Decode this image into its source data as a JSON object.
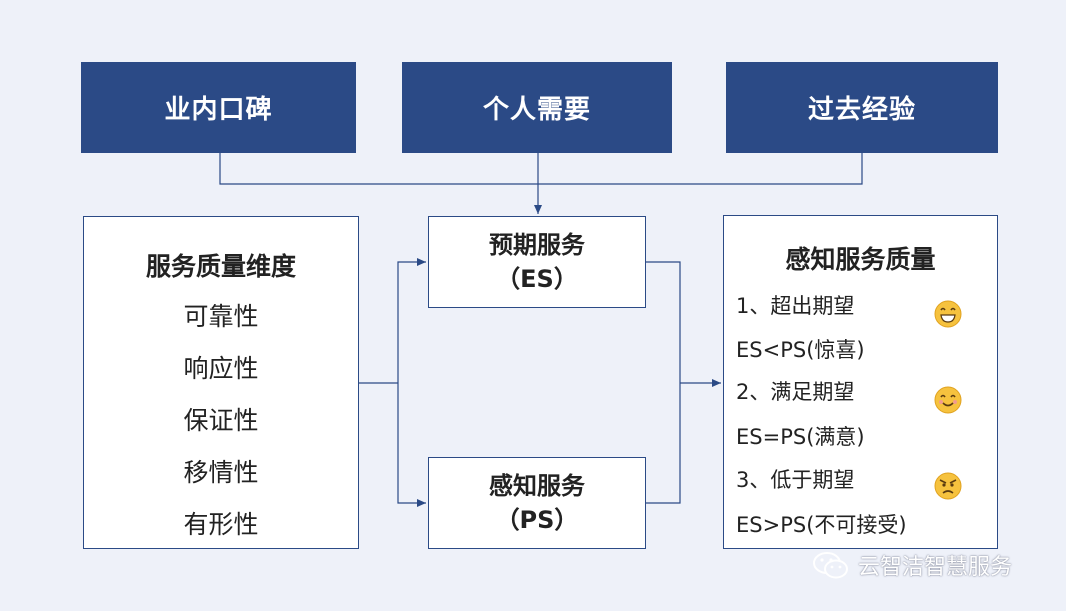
{
  "top_factors": [
    {
      "label": "业内口碑"
    },
    {
      "label": "个人需要"
    },
    {
      "label": "过去经验"
    }
  ],
  "dimensions": {
    "title": "服务质量维度",
    "items": [
      "可靠性",
      "响应性",
      "保证性",
      "移情性",
      "有形性"
    ]
  },
  "expected_service": {
    "title": "预期服务",
    "abbr": "（ES）"
  },
  "perceived_service": {
    "title": "感知服务",
    "abbr": "（PS）"
  },
  "perceived_quality": {
    "title": "感知服务质量",
    "cases": [
      {
        "heading": "1、超出期望",
        "relation": "ES<PS(惊喜)",
        "emoji": "grinning-face-icon"
      },
      {
        "heading": "2、满足期望",
        "relation": "ES=PS(满意)",
        "emoji": "smiling-face-icon"
      },
      {
        "heading": "3、低于期望",
        "relation": "ES>PS(不可接受)",
        "emoji": "angry-face-icon"
      }
    ]
  },
  "watermark": {
    "text": "云智洁智慧服务",
    "icon": "wechat-icon"
  },
  "colors": {
    "box_fill": "#2b4a86",
    "background": "#eef1f9",
    "line": "#2b4a86"
  }
}
